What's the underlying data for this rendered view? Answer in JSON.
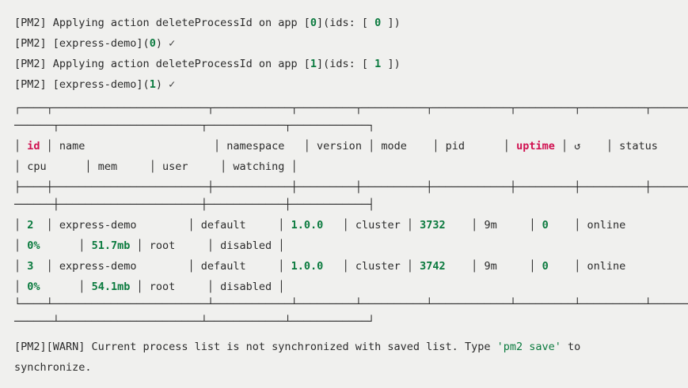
{
  "terminal": {
    "background": "#f0f0ee",
    "foreground": "#2b2b2b",
    "accent_green": "#0a7a3e",
    "accent_crimson": "#d01050"
  },
  "log_lines": [
    {
      "prefix": "[PM2] Applying action deleteProcessId on app [",
      "app_index": "0",
      "mid": "](ids: [ ",
      "id": "0",
      "suffix": " ])"
    },
    {
      "prefix": "[PM2] [express-demo](",
      "app_index": "0",
      "suffix": ")",
      "check": "✓"
    },
    {
      "prefix": "[PM2] Applying action deleteProcessId on app [",
      "app_index": "1",
      "mid": "](ids: [ ",
      "id": "1",
      "suffix": " ])"
    },
    {
      "prefix": "[PM2] [express-demo](",
      "app_index": "1",
      "suffix": ")",
      "check": "✓"
    }
  ],
  "table": {
    "top_border": "┌────┬────────────────────────┬────────────┬─────────┬──────────┬────────────┬─────────┬──────────┬──────────",
    "top_border2": "──────┬──────────────────────┬────────────┬────────────┐",
    "mid_border": "├────┼────────────────────────┼────────────┼─────────┼──────────┼────────────┼─────────┼──────────┼──────────",
    "mid_border2": "──────┼──────────────────────┼────────────┼────────────┤",
    "bottom_border": "└────┴────────────────────────┴────────────┴─────────┴──────────┴────────────┴─────────┴──────────┴──────────",
    "bottom_border2": "──────┴──────────────────────┴────────────┴────────────┘",
    "headers_row1": {
      "id": "id",
      "name": "name",
      "namespace": "namespace",
      "version": "version",
      "mode": "mode",
      "pid": "pid",
      "uptime": "uptime",
      "restart_icon": "↺",
      "status": "status"
    },
    "headers_row2": {
      "cpu": "cpu",
      "mem": "mem",
      "user": "user",
      "watching": "watching"
    },
    "rows": [
      {
        "id": "2",
        "name": "express-demo",
        "namespace": "default",
        "version": "1.0.0",
        "mode": "cluster",
        "pid": "3732",
        "uptime": "9m",
        "restarts": "0",
        "status": "online",
        "cpu": "0%",
        "mem": "51.7mb",
        "user": "root",
        "watching": "disabled"
      },
      {
        "id": "3",
        "name": "express-demo",
        "namespace": "default",
        "version": "1.0.0",
        "mode": "cluster",
        "pid": "3742",
        "uptime": "9m",
        "restarts": "0",
        "status": "online",
        "cpu": "0%",
        "mem": "54.1mb",
        "user": "root",
        "watching": "disabled"
      }
    ]
  },
  "warning": {
    "prefix": "[PM2][WARN] Current process list is not synchronized with saved list. Type ",
    "command": "'pm2 save'",
    "suffix": " to",
    "continuation": "synchronize."
  }
}
